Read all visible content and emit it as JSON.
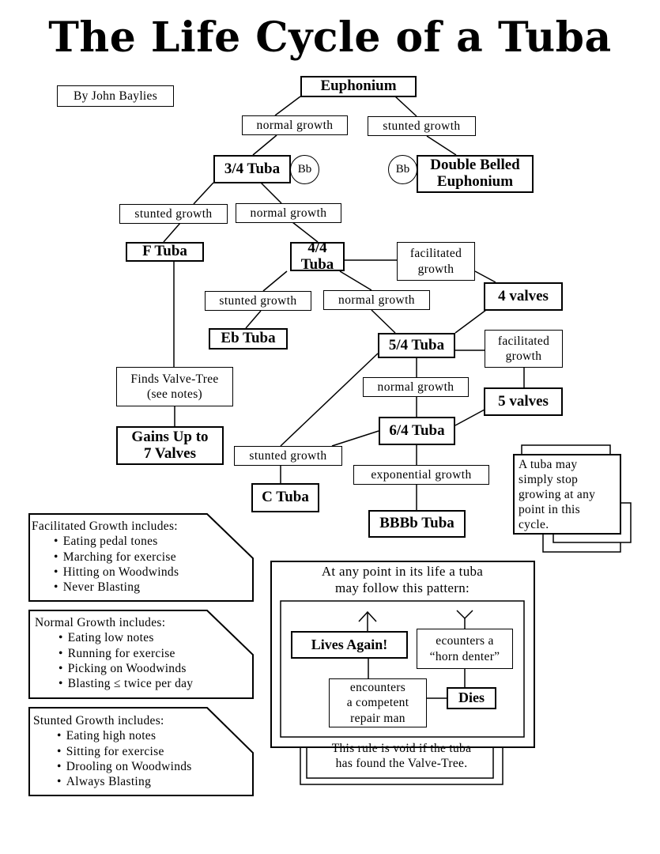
{
  "title": "The Life Cycle of a Tuba",
  "author": "By John Baylies",
  "nodes": {
    "euphonium": "Euphonium",
    "three_quarter": "3/4 Tuba",
    "double_belled": "Double Belled\nEuphonium",
    "f_tuba": "F Tuba",
    "four_four": "4/4 Tuba",
    "four_valves": "4 valves",
    "eb_tuba": "Eb Tuba",
    "five_four": "5/4 Tuba",
    "finds_valve_tree": "Finds Valve-Tree\n(see notes)",
    "five_valves": "5 valves",
    "gains_valves": "Gains Up to\n7 Valves",
    "six_four": "6/4 Tuba",
    "c_tuba": "C Tuba",
    "bbbb_tuba": "BBBb Tuba"
  },
  "edges": {
    "normal_1": "normal  growth",
    "stunted_1": "stunted  growth",
    "stunted_2": "stunted  growth",
    "normal_2": "normal  growth",
    "facilitated_1": "facilitated\ngrowth",
    "stunted_3": "stunted  growth",
    "normal_3": "normal  growth",
    "facilitated_2": "facilitated\ngrowth",
    "normal_4": "normal  growth",
    "stunted_4": "stunted  growth",
    "exponential": "exponential  growth"
  },
  "bb_badges": [
    "Bb",
    "Bb"
  ],
  "note_stop": "A tuba may\nsimply stop\ngrowing at any\npoint in this\ncycle.",
  "legends": {
    "facilitated": {
      "heading": "Facilitated Growth includes:",
      "items": [
        "Eating pedal tones",
        "Marching for exercise",
        "Hitting on Woodwinds",
        "Never  Blasting"
      ]
    },
    "normal": {
      "heading": "Normal Growth includes:",
      "items": [
        "Eating low notes",
        "Running for exercise",
        "Picking on Woodwinds",
        "Blasting  ≤  twice per day"
      ]
    },
    "stunted": {
      "heading": "Stunted Growth includes:",
      "items": [
        "Eating high notes",
        "Sitting for exercise",
        "Drooling on Woodwinds",
        "Always  Blasting"
      ]
    }
  },
  "pattern": {
    "heading": "At any point in its life a tuba\nmay follow this pattern:",
    "lives_again": "Lives Again!",
    "horn_denter": "ecounters a\n“horn  denter”",
    "repair_man": "encounters\na competent\nrepair man",
    "dies": "Dies",
    "void_rule": "This rule is void if the tuba\nhas found the Valve-Tree."
  }
}
